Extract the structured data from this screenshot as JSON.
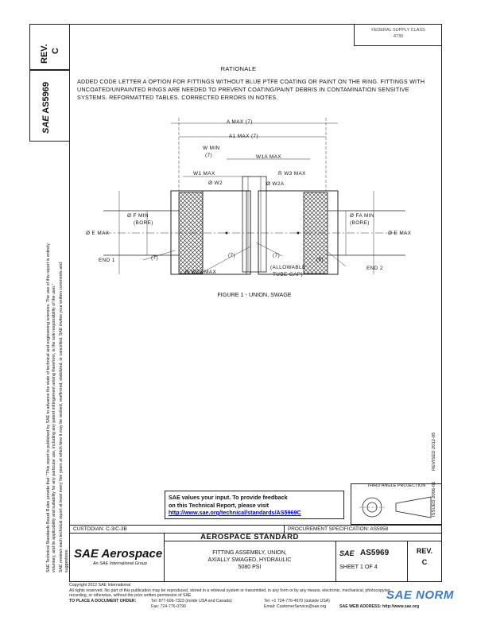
{
  "revision": {
    "label": "REV.",
    "value": "C"
  },
  "doc_number_vertical": "AS5969",
  "sae_logo_small": "SAE",
  "side_notice": [
    "SAE Technical Standards Board Rules provide that: \"This report is published by SAE to advance the state of technical and engineering sciences. The use of this report is entirely",
    "voluntary, and its applicability and suitability for any particular use, including any patent infringement arising therefrom, is the sole responsibility of the user.\"",
    "SAE reviews each technical report at least every five years at which time it may be revised, reaffirmed, stabilized, or cancelled. SAE invites your written comments and",
    "suggestions."
  ],
  "side_revision_text": "REVISED 2012-05",
  "side_issued_text": "ISSUED 2006-01",
  "top_right": {
    "line1": "FEDERAL SUPPLY CLASS",
    "line2": "4730"
  },
  "rationale": {
    "title": "RATIONALE",
    "text": "ADDED CODE LETTER A OPTION FOR FITTINGS WITHOUT BLUE PTFE COATING OR PAINT ON THE RING. FITTINGS WITH UNCOATED/UNPAINTED RINGS ARE NEEDED TO PREVENT COATING/PAINT DEBRIS IN CONTAMINATION SENSITIVE SYSTEMS. REFORMATTED TABLES. CORRECTED ERRORS IN NOTES."
  },
  "figure": {
    "caption": "FIGURE 1 - UNION, SWAGE",
    "labels": {
      "a_max": "A MAX (7)",
      "a1_max": "A1 MAX (7)",
      "w_min": "W MIN",
      "w_min_note": "(7)",
      "w1a_max": "W1A MAX",
      "w1_max": "W1 MAX",
      "w3_max": "R W3 MAX",
      "w2": "Ø W2",
      "w2a": "Ø W2A",
      "f_min": "Ø F MIN",
      "f_bore": "(BORE)",
      "fa_min": "Ø FA MIN",
      "fa_bore": "(BORE)",
      "e_max_left": "Ø E MAX",
      "e_max_right": "Ø E MAX",
      "end1": "END 1",
      "end2": "END 2",
      "note7a": "(7)",
      "note7b": "(7)",
      "note7c": "(7)",
      "note6": "(6)",
      "w3a_max": "R W3A MAX",
      "allowable": "(ALLOWABLE",
      "tube_gap": "TUBE GAP)"
    }
  },
  "feedback": {
    "line1": "SAE values your input. To provide feedback",
    "line2": "on this Technical Report, please visit",
    "url": "http://www.sae.org/technical/standards/AS5969C"
  },
  "projection": {
    "title": "THIRD ANGLE PROJECTION"
  },
  "title_block": {
    "custodian": "CUSTODIAN: C-3/C-3B",
    "procurement": "PROCUREMENT SPECIFICATION: AS5958",
    "brand": "SAE Aerospace",
    "brand_sub": "An SAE International Group",
    "standard_type": "AEROSPACE STANDARD",
    "title_line1": "FITTING ASSEMBLY, UNION,",
    "title_line2": "AXIALLY SWAGED, HYDRAULIC",
    "title_line3": "5080 PSI",
    "sae_mark": "SAE",
    "doc_number": "AS5969",
    "sheet": "SHEET 1 OF 4",
    "rev_label": "REV.",
    "rev_value": "C"
  },
  "footer": {
    "copyright": "Copyright 2012 SAE International",
    "rights": "All rights reserved. No part of this publication may be reproduced, stored in a retrieval system or transmitted, in any form or by any means, electronic, mechanical, photocopying,",
    "rights2": "recording, or otherwise, without the prior written permission of SAE.",
    "order_label": "TO PLACE A DOCUMENT ORDER:",
    "tel": "Tel: 877-606-7323 (inside USA and Canada)",
    "tel2": "Tel: +1 724-776-4970 (outside USA)",
    "fax": "Fax: 724-776-0790",
    "email": "Email: CustomerService@sae.org",
    "web": "SAE WEB ADDRESS: http://www.sae.org"
  },
  "watermark": "SAE NORM"
}
